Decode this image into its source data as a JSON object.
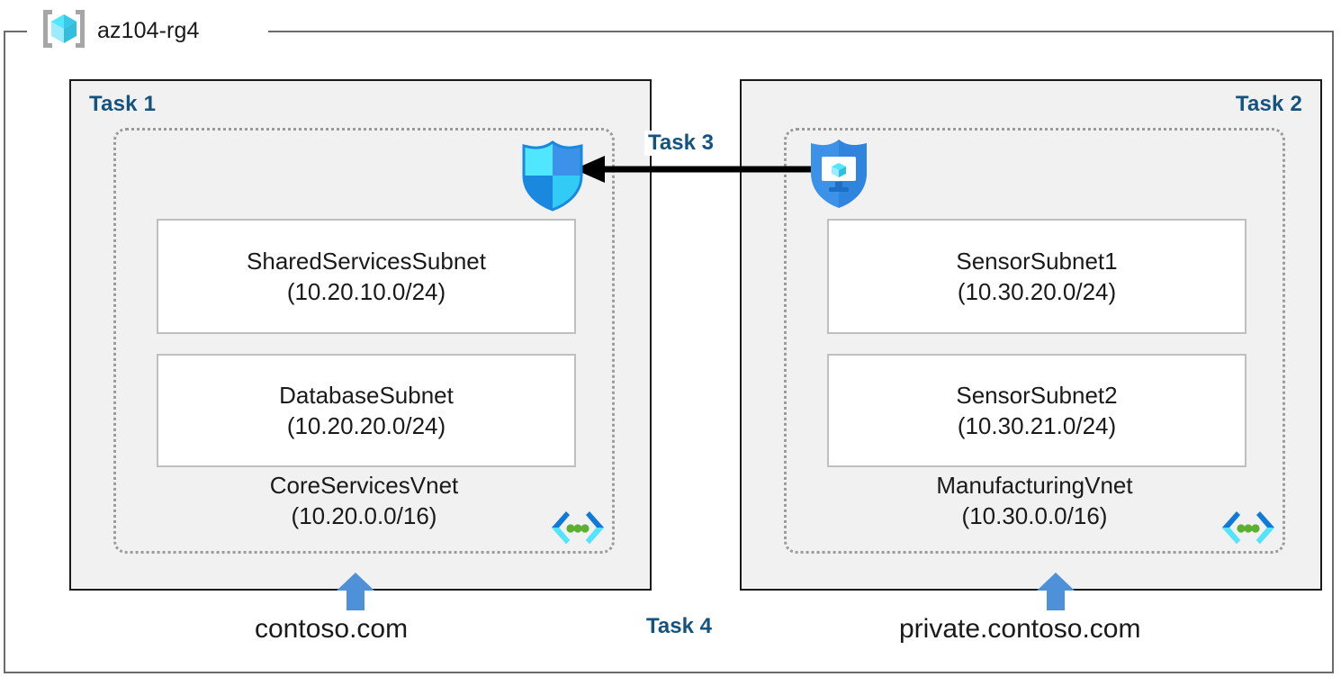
{
  "resource_group": {
    "name": "az104-rg4",
    "icon": "azure-resource-group-cube-icon"
  },
  "panels": [
    {
      "id": "left",
      "task_label": "Task 1",
      "vnet": {
        "name": "CoreServicesVnet",
        "cidr": "(10.20.0.0/16)",
        "icon": "virtual-network-icon",
        "subnets": [
          {
            "name": "SharedServicesSubnet",
            "cidr": "(10.20.10.0/24)"
          },
          {
            "name": "DatabaseSubnet",
            "cidr": "(10.20.20.0/24)"
          }
        ]
      },
      "dns_zone": "contoso.com",
      "dns_arrow_icon": "up-arrow-icon"
    },
    {
      "id": "right",
      "task_label": "Task 2",
      "vnet": {
        "name": "ManufacturingVnet",
        "cidr": "(10.30.0.0/16)",
        "icon": "virtual-network-icon",
        "subnets": [
          {
            "name": "SensorSubnet1",
            "cidr": "(10.30.20.0/24)"
          },
          {
            "name": "SensorSubnet2",
            "cidr": "(10.30.21.0/24)"
          }
        ]
      },
      "dns_zone": "private.contoso.com",
      "dns_arrow_icon": "up-arrow-icon"
    }
  ],
  "connection": {
    "task_label": "Task 3",
    "arrow_icon": "left-arrow-icon",
    "source_icon": "vm-shield-icon",
    "target_icon": "network-security-group-shield-icon"
  },
  "peering": {
    "task_label": "Task 4"
  },
  "colors": {
    "task_text": "#15537f",
    "panel_fill": "#f1f1f1",
    "panel_border": "#1a1a1a",
    "vnet_border": "#9b9b9b",
    "subnet_border": "#bfbfbf",
    "frame_border": "#6b6b6b",
    "arrow_black": "#000000",
    "dns_arrow_blue": "#4f91d9",
    "shield_cyan": "#32cbf5",
    "shield_blue": "#1b88e0",
    "vnet_icon_green": "#5cb030"
  }
}
